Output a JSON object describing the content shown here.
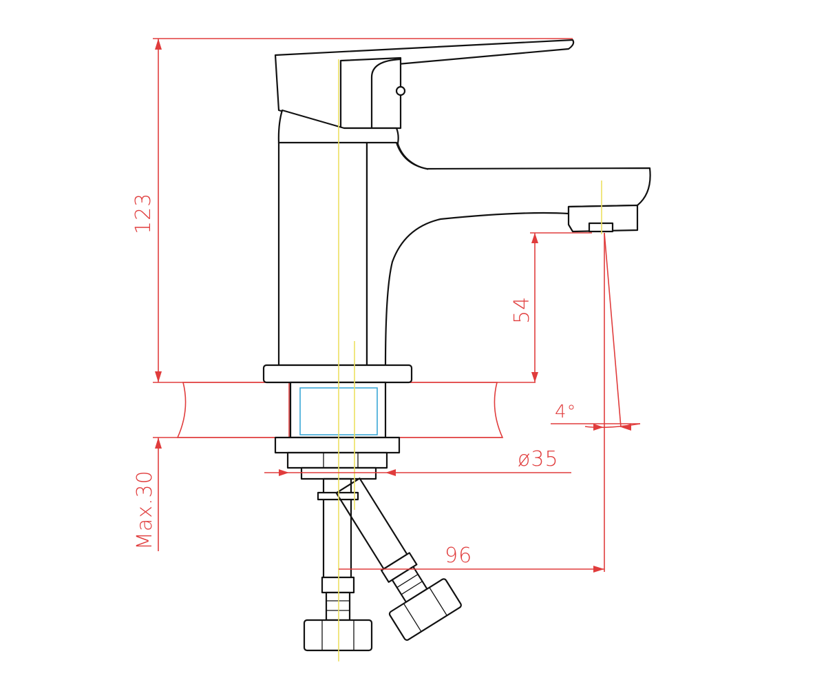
{
  "dimensions": {
    "overall_height": "123",
    "spout_height": "54",
    "spout_angle": "4°",
    "mounting_hole": "ø35",
    "max_deck_thickness": "Max.30",
    "spout_reach": "96"
  },
  "colors": {
    "outline": "#111111",
    "dimension": "#e03c3c",
    "centerline": "#ece060",
    "thread": "#3aa7d6",
    "background": "#ffffff"
  }
}
